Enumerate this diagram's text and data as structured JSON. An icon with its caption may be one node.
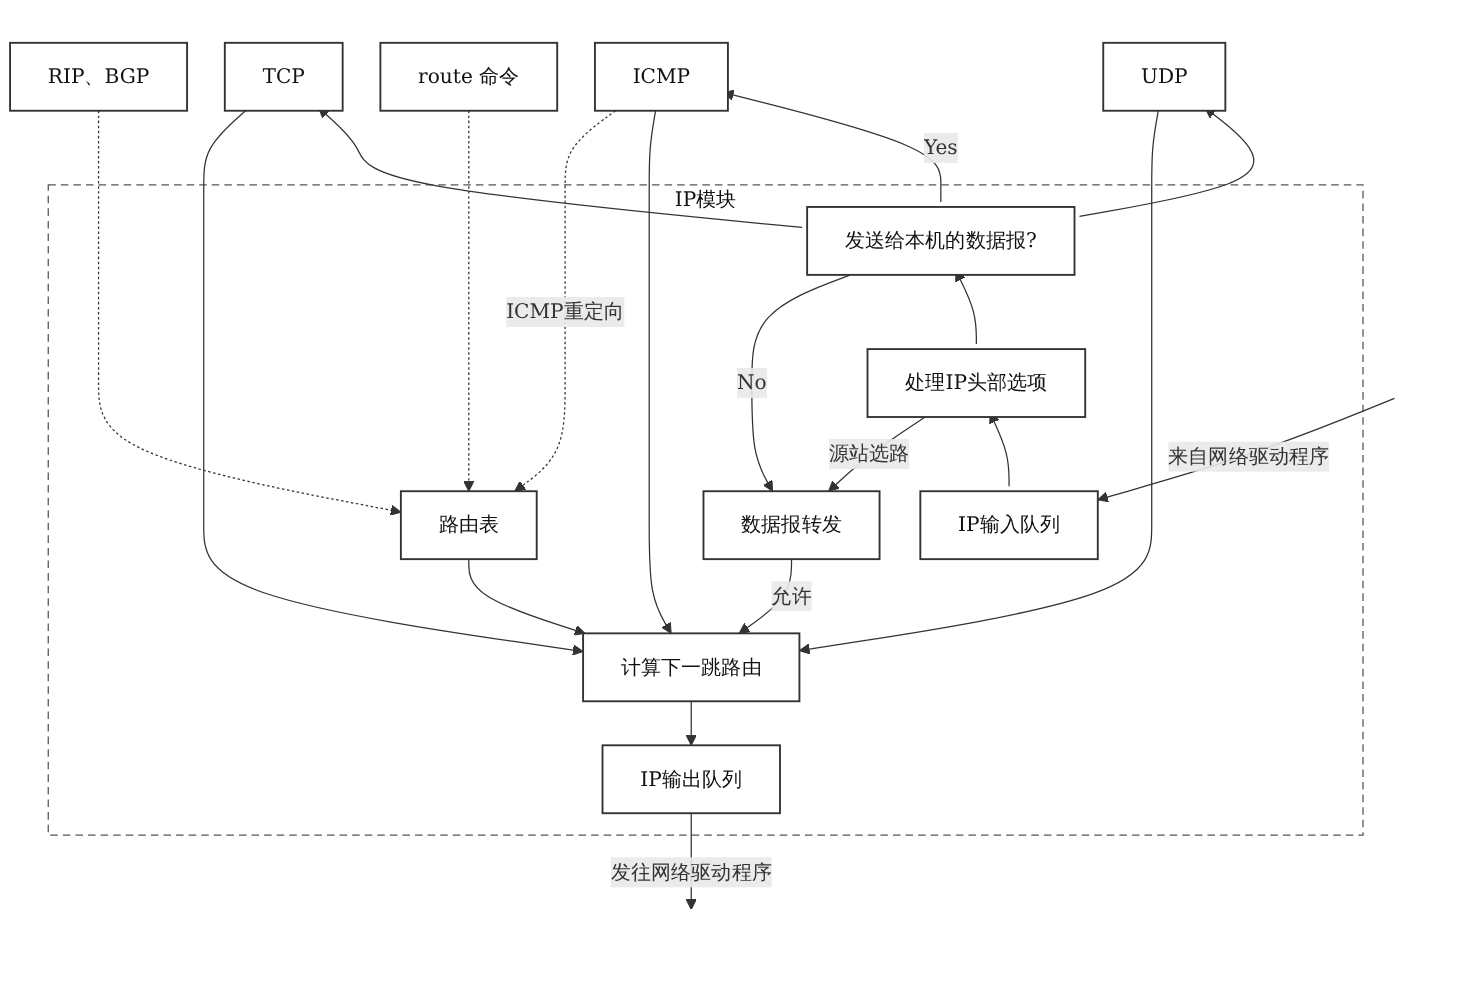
{
  "diagram": {
    "nodes": [
      {
        "text": [
          "IP模块"
        ]
      },
      {
        "text": [
          "RIP、BGP"
        ]
      },
      {
        "text": [
          "route 命令"
        ]
      },
      {
        "text": [
          "ICMP"
        ]
      },
      {
        "text": [
          "TCP"
        ]
      },
      {
        "text": [
          "UDP"
        ]
      },
      {
        "text": [
          "路由表"
        ],
        "in": 0
      },
      {
        "text": [
          "计算下一跳路由"
        ],
        "in": 0
      },
      {
        "text": [
          "数据报转发"
        ],
        "in": 0
      },
      {
        "text": [
          "发送给本机的数据报?"
        ],
        "in": 0
      },
      {
        "text": [
          "处理IP头部选项"
        ],
        "in": 0
      },
      {
        "text": [
          "IP输出队列"
        ],
        "in": 0
      },
      {
        "text": [
          "IP输入队列"
        ],
        "in": 0
      }
    ],
    "edges": [
      {
        "from": 1,
        "to": 6,
        "arrow": "to",
        "style": "dashed"
      },
      {
        "from": 2,
        "to": 6,
        "arrow": "to",
        "style": "dashed"
      },
      {
        "from": 3,
        "to": 6,
        "arrow": "to",
        "style": "dashed",
        "label": "ICMP重定向"
      },
      {
        "from": 3,
        "to": 7,
        "arrow": "to"
      },
      {
        "from": 4,
        "to": 7,
        "arrow": "to"
      },
      {
        "from": 5,
        "to": 7,
        "arrow": "to"
      },
      {
        "from": 6,
        "to": 7,
        "arrow": "to"
      },
      {
        "from": 8,
        "to": 7,
        "arrow": "to",
        "label": "允许"
      },
      {
        "from": 10,
        "to": 8,
        "arrow": "to",
        "label": "源站选路"
      },
      {
        "from": 9,
        "to": 8,
        "arrow": "to",
        "label": "No"
      },
      {
        "from": null,
        "to": 12,
        "arrow": "to",
        "label": "来自网络驱动程序"
      },
      {
        "from": 12,
        "to": 10,
        "arrow": "to"
      },
      {
        "from": 10,
        "to": 9,
        "arrow": "to"
      },
      {
        "from": 9,
        "to": 3,
        "arrow": "to",
        "label": "Yes"
      },
      {
        "from": 9,
        "to": 4,
        "arrow": "to"
      },
      {
        "from": 9,
        "to": 5,
        "arrow": "to"
      },
      {
        "from": 7,
        "to": 11,
        "arrow": "to"
      },
      {
        "from": 11,
        "to": null,
        "arrow": "to",
        "label": "发往网络驱动程序"
      }
    ]
  }
}
